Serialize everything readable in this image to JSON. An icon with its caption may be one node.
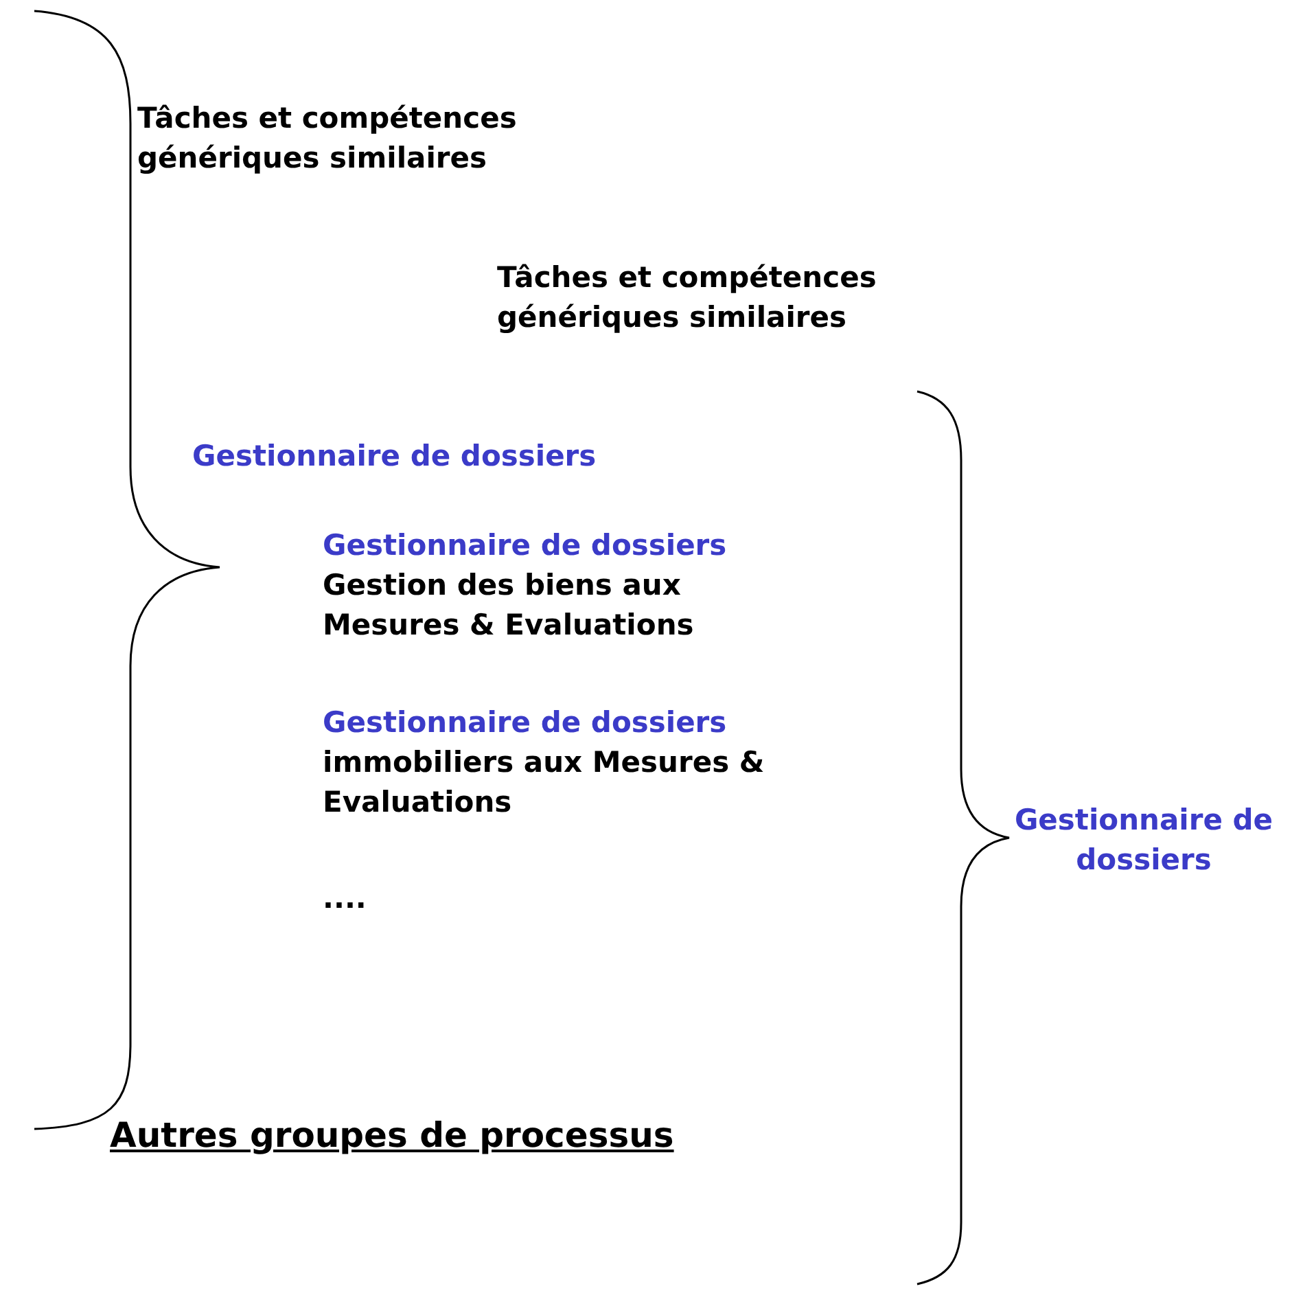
{
  "diagram": {
    "labels": [
      "Tâches et compétences génériques similaires",
      "Tâches et compétences génériques similaires",
      "Gestionnaire de dossiers",
      "Gestionnaire de dossiers",
      "Gestion des biens aux Mesures & Evaluations",
      "Gestionnaire de dossiers",
      "immobiliers aux Mesures & Evaluations",
      "....",
      "Gestionnaire de dossiers",
      "Autres groupes de processus"
    ]
  }
}
